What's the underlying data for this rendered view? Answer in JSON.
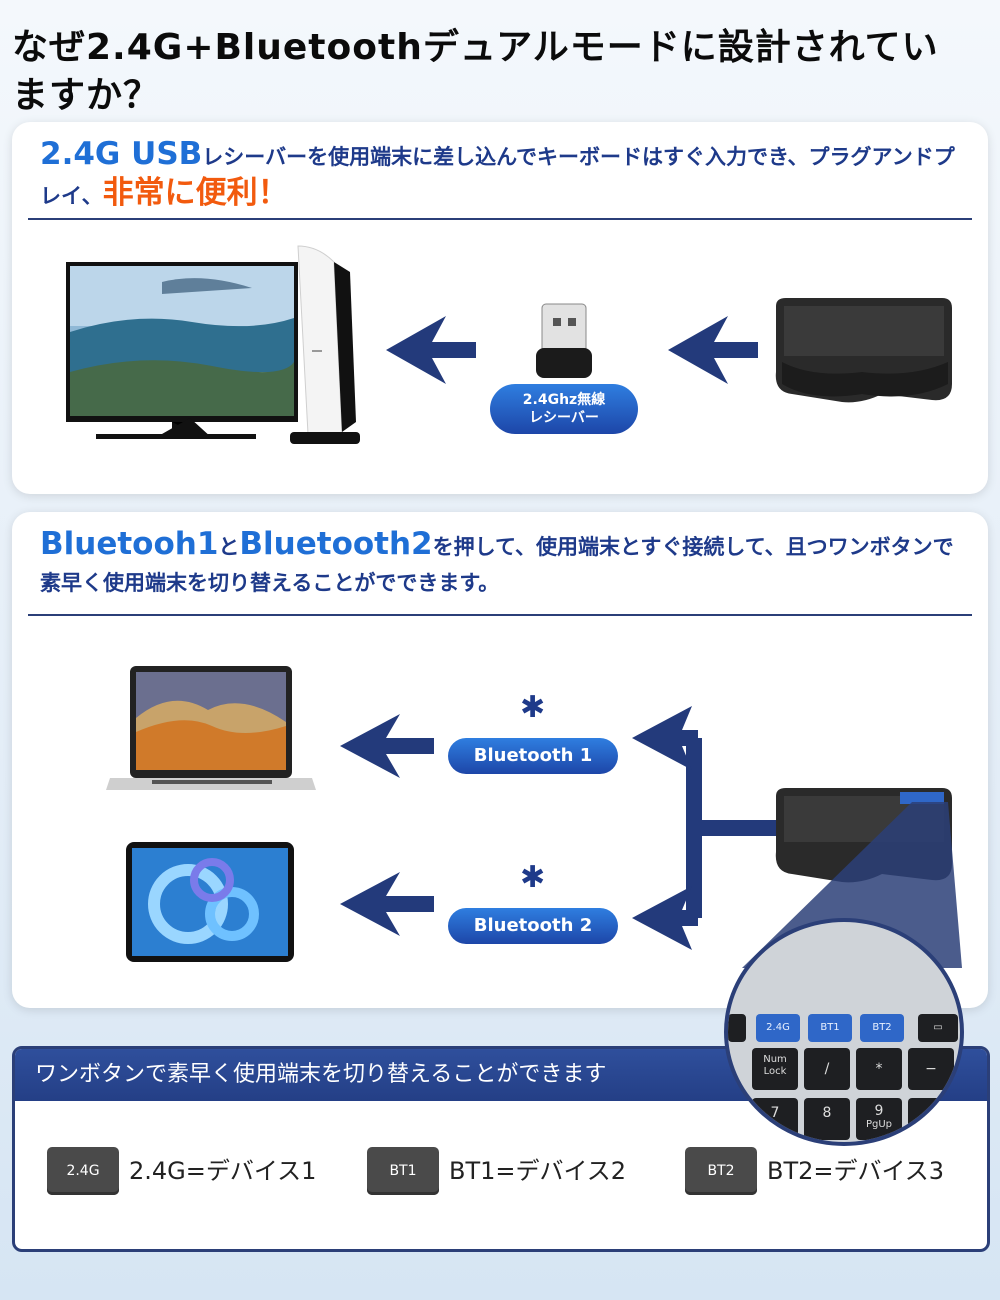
{
  "headline": "なぜ2.4G+Bluetoothデュアルモードに設計されていますか？",
  "section1": {
    "title_highlight": "2.4G USB",
    "title_text": "レシーバーを使用端末に差し込んでキーボードはすぐ入力でき、プラグアンドプレイ、",
    "title_emphasis": "非常に便利！",
    "receiver_badge_line1": "2.4Ghz無線",
    "receiver_badge_line2": "レシーバー"
  },
  "section2": {
    "title_bt1": "Bluetooh1",
    "title_and": "と",
    "title_bt2": "Bluetooth2",
    "title_text": "を押して、使用端末とすぐ接続して、且つワンボタンで素早く使用端末を切り替えることがでできます。",
    "pill1": "Bluetooth 1",
    "pill2": "Bluetooth 2"
  },
  "legend": {
    "heading": "ワンボタンで素早く使用端末を切り替えることができます",
    "items": [
      {
        "key": "2.4G",
        "label": "2.4G=デバイス1"
      },
      {
        "key": "BT1",
        "label": "BT1=デバイス2"
      },
      {
        "key": "BT2",
        "label": "BT2=デバイス3"
      }
    ]
  },
  "zoom_keys": {
    "k1": "2.4G",
    "k2": "BT1",
    "k3": "BT2",
    "numlock1": "Num",
    "numlock2": "Lock",
    "slash": "/",
    "star": "*",
    "minus": "−",
    "seven": "7",
    "eight": "8",
    "nine": "9",
    "pgup": "PgUp"
  },
  "colors": {
    "accent": "#1f6fd6",
    "navy": "#2b3f78",
    "emphasis": "#f25a0e"
  }
}
